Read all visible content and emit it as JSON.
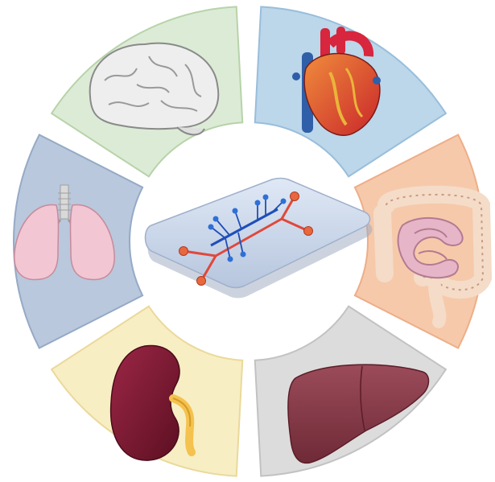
{
  "segments": [
    {
      "id": "brain",
      "icon": "brain-icon",
      "color": "#dcebd6",
      "stroke": "#b7d3a9"
    },
    {
      "id": "heart",
      "icon": "heart-icon",
      "color": "#bcd6ea",
      "stroke": "#98bedb"
    },
    {
      "id": "intestine",
      "icon": "intestine-icon",
      "color": "#f6c9ab",
      "stroke": "#edae88"
    },
    {
      "id": "liver",
      "icon": "liver-icon",
      "color": "#dcdcdc",
      "stroke": "#c2c2c2"
    },
    {
      "id": "kidney",
      "icon": "kidney-icon",
      "color": "#f8eec4",
      "stroke": "#ead99a"
    },
    {
      "id": "lung",
      "icon": "lung-icon",
      "color": "#b9c8dc",
      "stroke": "#95aac6"
    }
  ],
  "center": {
    "icon": "microfluidic-chip-icon",
    "chip_color": "#c9d6ea",
    "channel_main": "#1f4fb8",
    "channel_side": "#e0483a",
    "node_blue": "#2f6fd6",
    "node_orange": "#e8683e"
  }
}
